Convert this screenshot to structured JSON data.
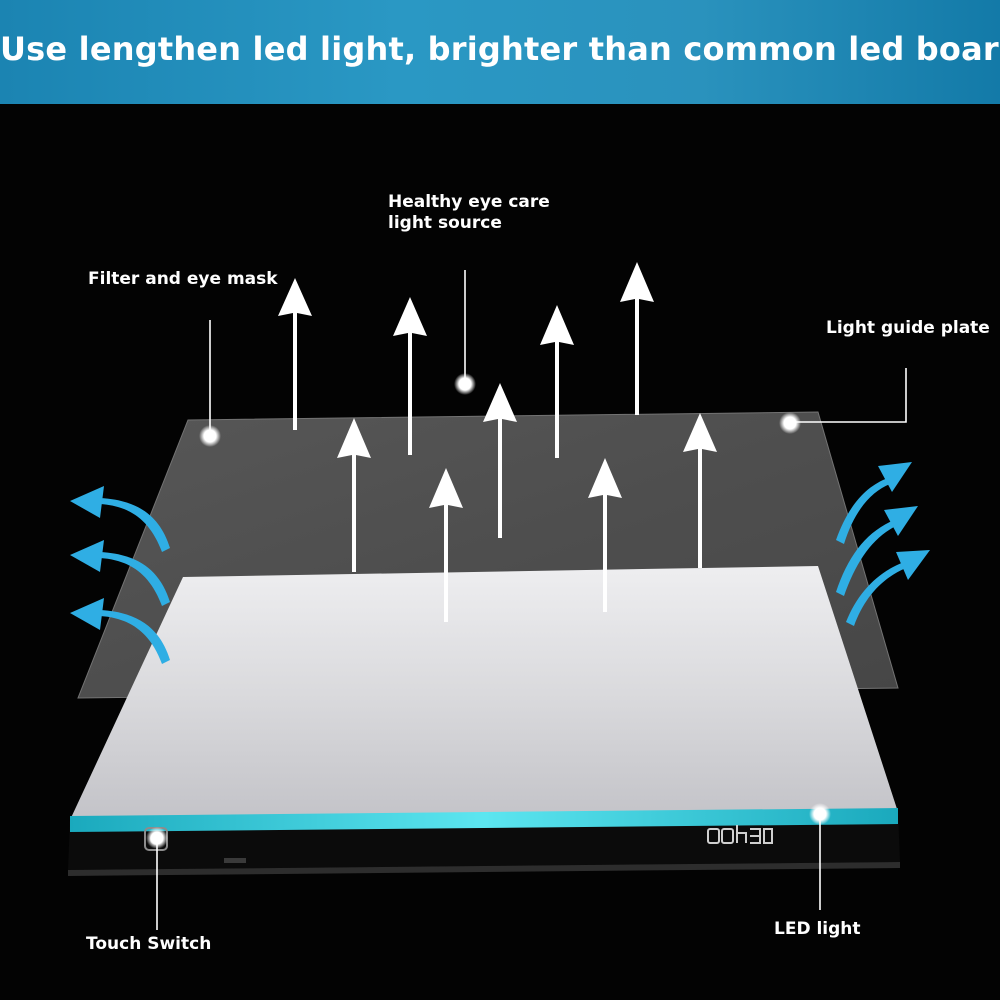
{
  "banner": {
    "title": "Use lengthen led light,  brighter than common led board",
    "color": "#2a98c4"
  },
  "callouts": {
    "eye_care_line1": "Healthy eye care",
    "eye_care_line2": "light source",
    "filter": "Filter and eye mask",
    "light_guide": "Light guide plate",
    "touch_switch": "Touch Switch",
    "led_light": "LED light"
  },
  "colors": {
    "background": "#030303",
    "led_strip": "#34d6e6",
    "side_arrows": "#2faee4",
    "light_arrows": "#ffffff"
  },
  "icons": {
    "touch_button": "power-touch-icon",
    "brand": "brand-logo"
  }
}
